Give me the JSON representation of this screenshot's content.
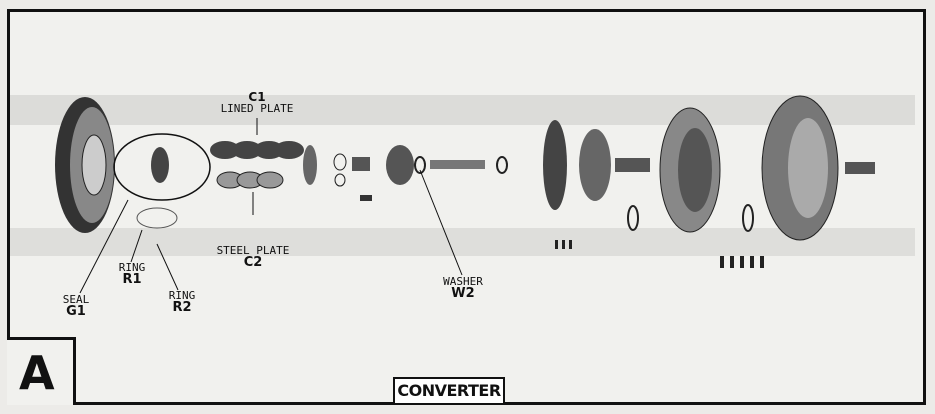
{
  "title": "CONVERTER",
  "section_letter": "A",
  "callouts": {
    "lined_plate": {
      "name": "LINED PLATE",
      "code": "C1"
    },
    "steel_plate": {
      "name": "STEEL PLATE",
      "code": "C2"
    },
    "ring_r1": {
      "name": "RING",
      "code": "R1"
    },
    "ring_r2": {
      "name": "RING",
      "code": "R2"
    },
    "seal": {
      "name": "SEAL",
      "code": "G1"
    },
    "washer": {
      "name": "WASHER",
      "code": "W2"
    }
  }
}
